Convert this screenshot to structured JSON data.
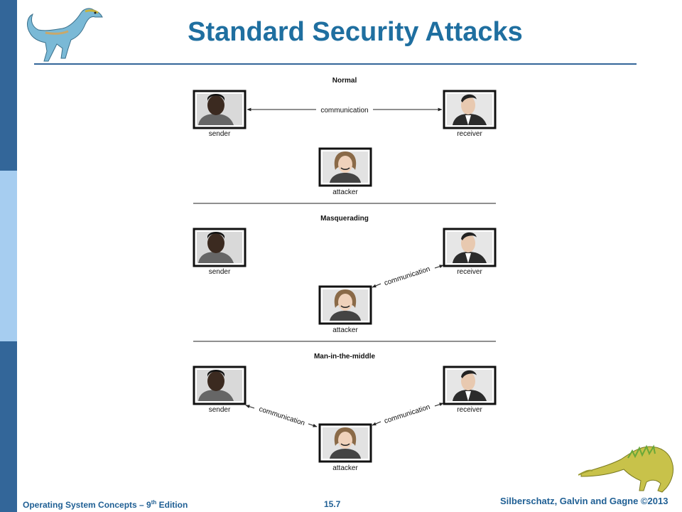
{
  "slide": {
    "title": "Standard Security Attacks"
  },
  "panels": [
    {
      "heading": "Normal",
      "sender_label": "sender",
      "receiver_label": "receiver",
      "attacker_label": "attacker",
      "links": [
        "communication"
      ]
    },
    {
      "heading": "Masquerading",
      "sender_label": "sender",
      "receiver_label": "receiver",
      "attacker_label": "attacker",
      "links": [
        "communication"
      ]
    },
    {
      "heading": "Man-in-the-middle",
      "sender_label": "sender",
      "receiver_label": "receiver",
      "attacker_label": "attacker",
      "links": [
        "communication",
        "communication"
      ]
    }
  ],
  "footer": {
    "left_prefix": "Operating System Concepts – 9",
    "left_sup": "th",
    "left_suffix": " Edition",
    "center": "15.7",
    "right": "Silberschatz, Galvin and Gagne ©2013"
  },
  "colors": {
    "sidebar": "#336699",
    "sidebar_light": "#a6cdf0",
    "title": "#1f6fa0",
    "footer": "#1f5f94"
  }
}
